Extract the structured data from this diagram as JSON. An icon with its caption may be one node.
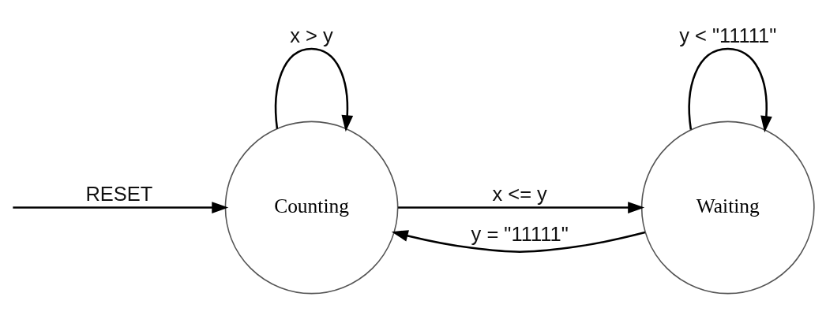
{
  "diagram": {
    "nodes": [
      {
        "text": [
          "Counting"
        ]
      },
      {
        "text": [
          "Waiting"
        ]
      }
    ],
    "edges": [
      {
        "from": null,
        "to": 0,
        "arrow": "to",
        "label": "RESET"
      },
      {
        "from": 0,
        "to": 1,
        "arrow": "to",
        "label": "x <= y"
      },
      {
        "from": 1,
        "to": 1,
        "arrow": "to",
        "label": "y < \"11111\""
      },
      {
        "from": 1,
        "to": 0,
        "arrow": "to",
        "label": "y = \"11111\""
      },
      {
        "from": 0,
        "to": 0,
        "arrow": "to",
        "label": "x > y"
      }
    ]
  }
}
